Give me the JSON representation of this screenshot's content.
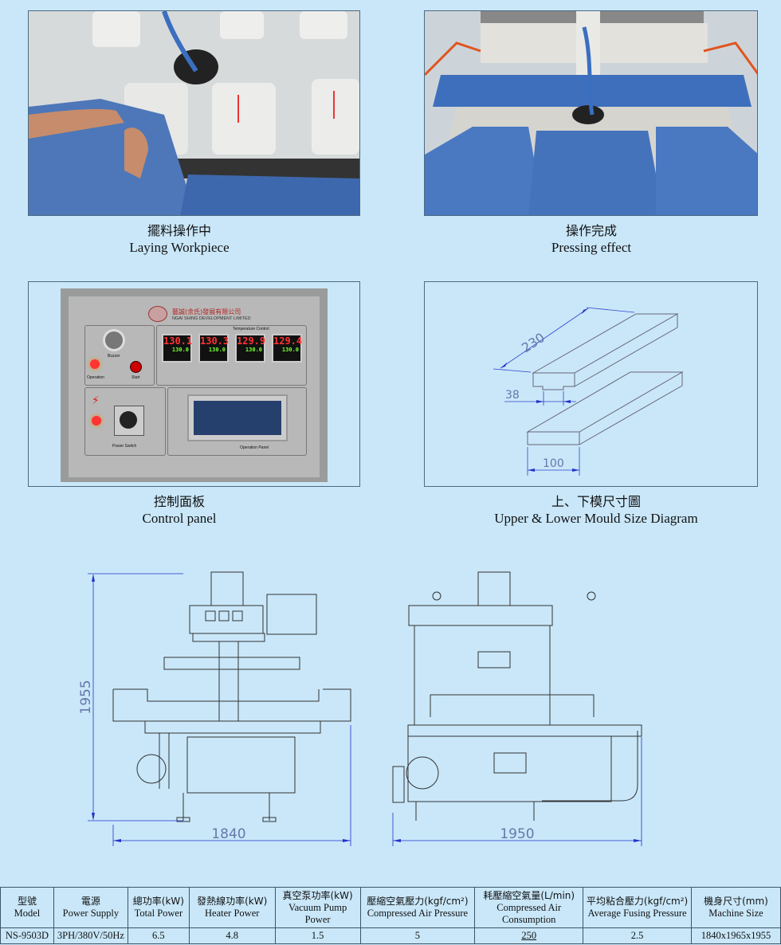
{
  "photos": [
    {
      "caption_zh": "擺料操作中",
      "caption_en": "Laying Workpiece"
    },
    {
      "caption_zh": "操作完成",
      "caption_en": "Pressing effect"
    },
    {
      "caption_zh": "控制面板",
      "caption_en": "Control panel"
    },
    {
      "caption_zh": "上、下模尺寸圖",
      "caption_en": "Upper & Lower Mould Size Diagram"
    }
  ],
  "control_panel": {
    "company_zh": "藝誠(余氏)發展有限公司",
    "company_en": "NGAI SHING DEVELOPMENT LIMITED",
    "temp_label": "Temperature Control",
    "buzzer": "Buzzer",
    "operation": "Operation",
    "start": "Start",
    "power_switch": "Power Switch",
    "operation_panel": "Operation Panel",
    "displays": [
      {
        "pv": "130.1",
        "sv": "130.0"
      },
      {
        "pv": "130.3",
        "sv": "130.0"
      },
      {
        "pv": "129.9",
        "sv": "130.0"
      },
      {
        "pv": "129.4",
        "sv": "130.0"
      }
    ]
  },
  "mould_diagram": {
    "length": "230",
    "width": "100",
    "groove": "38"
  },
  "machine_drawing": {
    "height": "1955",
    "front_width": "1840",
    "side_width": "1950"
  },
  "spec_table": {
    "headers": [
      {
        "zh": "型號",
        "en": "Model"
      },
      {
        "zh": "電源",
        "en": "Power Supply"
      },
      {
        "zh": "總功率(kW)",
        "en": "Total Power"
      },
      {
        "zh": "發熱線功率(kW)",
        "en": "Heater Power"
      },
      {
        "zh": "真空泵功率(kW)",
        "en": "Vacuum Pump Power"
      },
      {
        "zh": "壓縮空氣壓力(kgf/cm²)",
        "en": "Compressed Air Pressure"
      },
      {
        "zh": "耗壓縮空氣量(L/min)",
        "en": "Compressed Air Consumption"
      },
      {
        "zh": "平均粘合壓力(kgf/cm²)",
        "en": "Average Fusing Pressure"
      },
      {
        "zh": "機身尺寸(mm)",
        "en": "Machine Size"
      }
    ],
    "row": [
      "NS-9503D",
      "3PH/380V/50Hz",
      "6.5",
      "4.8",
      "1.5",
      "5",
      "250",
      "2.5",
      "1840x1965x1955"
    ]
  }
}
